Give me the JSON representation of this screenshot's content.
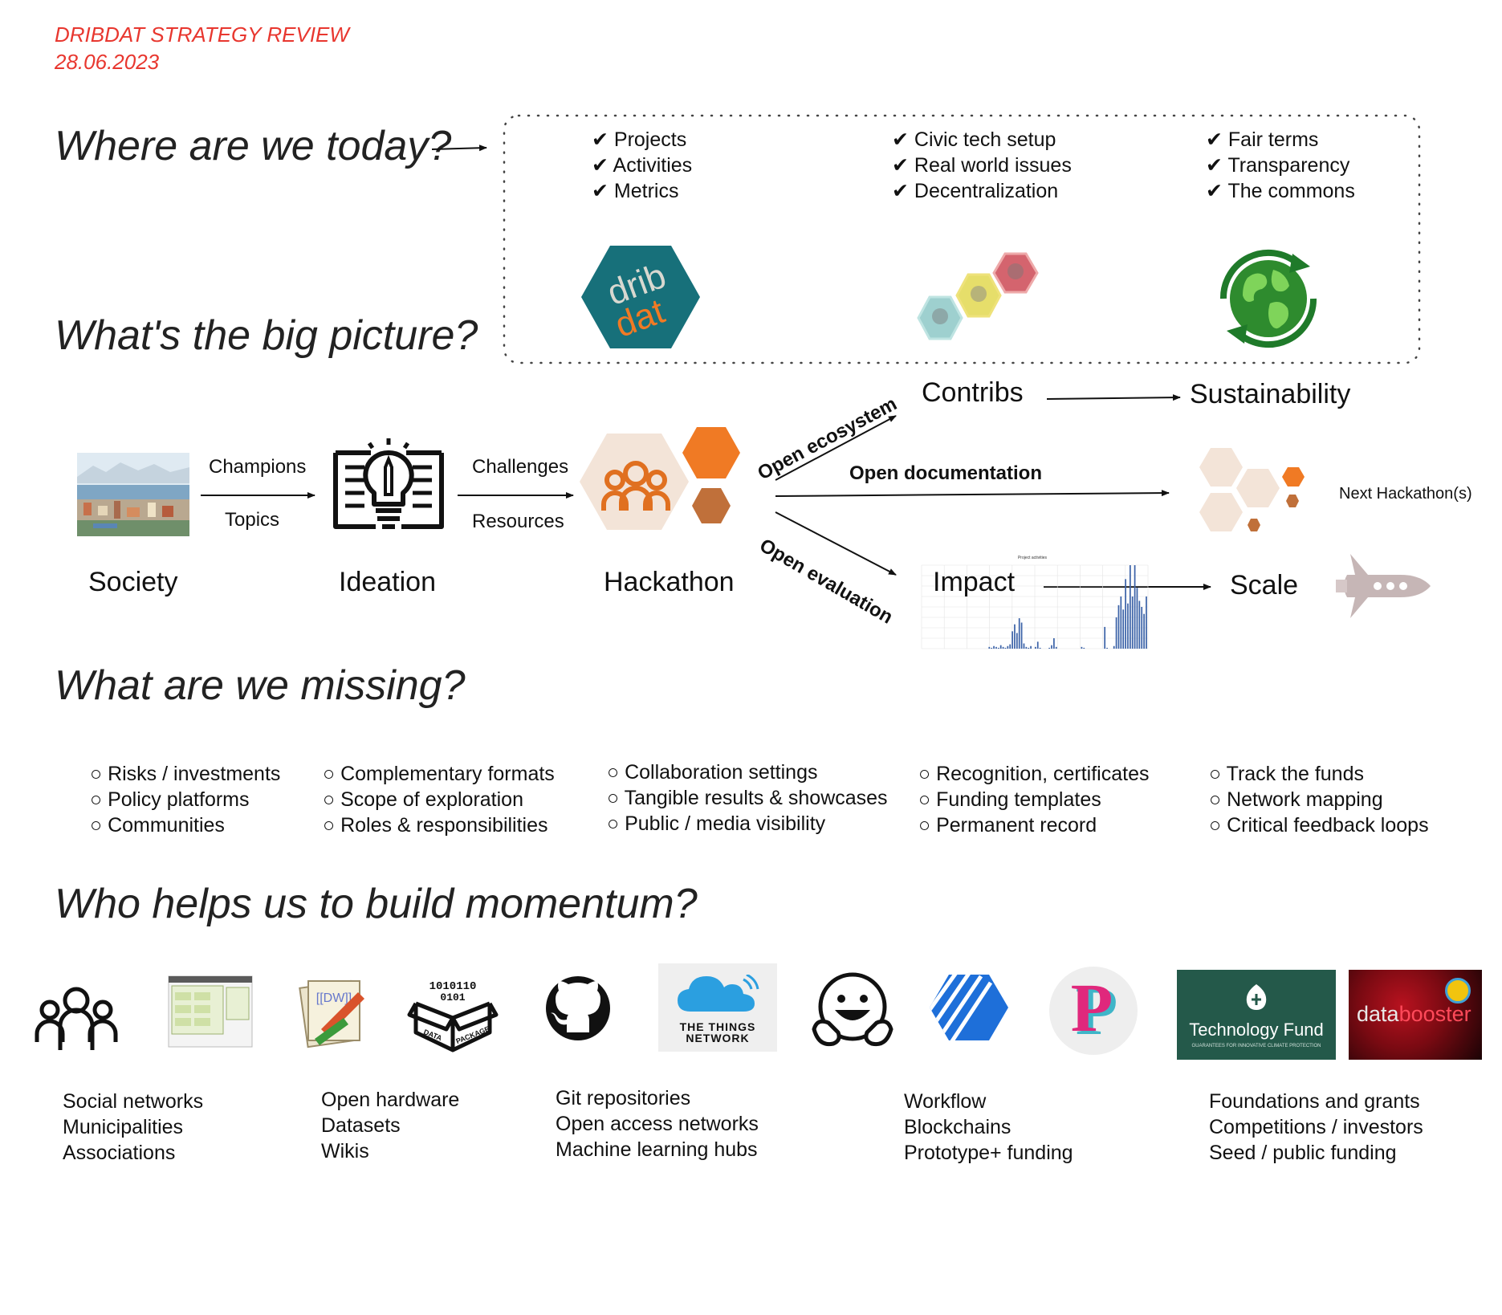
{
  "header": {
    "title": "DRIBDAT STRATEGY REVIEW",
    "date": "28.06.2023",
    "accent_color": "#e8372f"
  },
  "questions": {
    "today": "Where are we today?",
    "big_picture": "What's the big picture?",
    "missing": "What are we missing?",
    "momentum": "Who helps us to build momentum?"
  },
  "today": {
    "checkmark": "✔",
    "columns": [
      {
        "items": [
          "Projects",
          "Activities",
          "Metrics"
        ],
        "icon": "dribdat-logo-icon"
      },
      {
        "items": [
          "Civic tech setup",
          "Real world issues",
          "Decentralization"
        ],
        "icon": "civic-hexagons-icon"
      },
      {
        "items": [
          "Fair terms",
          "Transparency",
          "The commons"
        ],
        "icon": "recycling-earth-icon"
      }
    ],
    "dribdat_logo_text": {
      "line1": "drib",
      "line2": "dat"
    }
  },
  "flow": {
    "nodes": {
      "society": "Society",
      "ideation": "Ideation",
      "hackathon": "Hackathon",
      "contribs": "Contribs",
      "sustainability": "Sustainability",
      "impact": "Impact",
      "scale": "Scale",
      "next": "Next Hackathon(s)"
    },
    "edges": {
      "champions": "Champions",
      "topics": "Topics",
      "challenges": "Challenges",
      "resources": "Resources",
      "open_ecosystem": "Open ecosystem",
      "open_documentation": "Open documentation",
      "open_evaluation": "Open evaluation"
    },
    "colors": {
      "orange": "#f07a24",
      "brown": "#c0703a",
      "beige": "#f3e4d8"
    },
    "activity_chart": {
      "title": "Project activities",
      "type": "bar",
      "values": [
        0,
        0,
        0,
        0,
        0,
        0,
        0,
        0,
        0,
        0,
        0,
        0,
        0,
        0,
        0,
        0,
        0,
        0,
        0,
        0,
        0,
        0,
        0,
        0,
        0,
        0,
        0,
        0,
        0,
        2,
        1,
        3,
        2,
        1,
        4,
        2,
        1,
        3,
        5,
        20,
        28,
        18,
        35,
        30,
        6,
        2,
        1,
        3,
        0,
        2,
        8,
        1,
        0,
        0,
        0,
        1,
        4,
        12,
        2,
        0,
        0,
        0,
        0,
        0,
        0,
        0,
        0,
        0,
        0,
        2,
        1,
        0,
        0,
        0,
        0,
        0,
        0,
        0,
        0,
        25,
        1,
        0,
        0,
        3,
        36,
        50,
        60,
        45,
        80,
        52,
        96,
        60,
        96,
        70,
        55,
        48,
        40,
        60
      ]
    }
  },
  "missing": {
    "bullet": "○",
    "columns": [
      [
        "Risks / investments",
        "Policy platforms",
        "Communities"
      ],
      [
        "Complementary formats",
        "Scope of exploration",
        "Roles & responsibilities"
      ],
      [
        "Collaboration settings",
        "Tangible results & showcases",
        "Public / media visibility"
      ],
      [
        "Recognition, certificates",
        "Funding templates",
        "Permanent record"
      ],
      [
        "Track the funds",
        "Network mapping",
        "Critical feedback loops"
      ]
    ]
  },
  "momentum": {
    "logos": {
      "things_network_1": "THE THINGS",
      "things_network_2": "NETWORK",
      "dw": "[[DW]]",
      "data_package_1": "DATA",
      "data_package_2": "PACKAGE",
      "tech_fund": "Technology Fund",
      "tech_fund_sub": "GUARANTEES FOR INNOVATIVE CLIMATE PROTECTION",
      "databooster_1": "data",
      "databooster_2": "booster",
      "p_logo": "P"
    },
    "columns": [
      [
        "Social networks",
        "Municipalities",
        "Associations"
      ],
      [
        "Open hardware",
        "Datasets",
        "Wikis"
      ],
      [
        "Git repositories",
        "Open access networks",
        "Machine learning hubs"
      ],
      [
        "Workflow",
        "Blockchains",
        "Prototype+ funding"
      ],
      [
        "Foundations and grants",
        "Competitions / investors",
        "Seed / public funding"
      ]
    ]
  }
}
